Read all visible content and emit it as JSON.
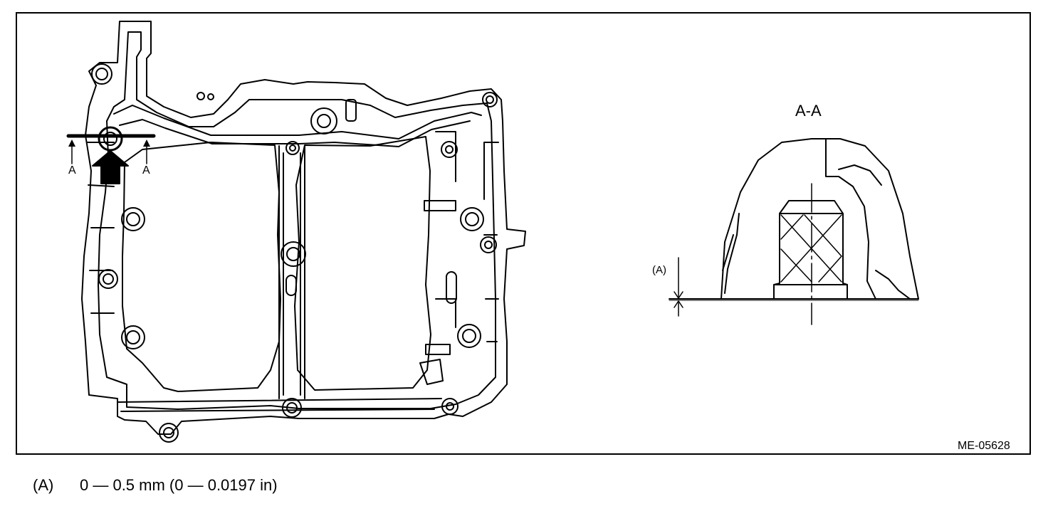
{
  "figure": {
    "section_label": "A-A",
    "section_marker_left": "A",
    "section_marker_right": "A",
    "dimension_label": "(A)",
    "figure_code": "ME-05628"
  },
  "legend": {
    "key": "(A)",
    "value": "0 — 0.5 mm (0 — 0.0197 in)"
  },
  "icons": [
    "pointer-arrow-icon",
    "section-cut-arrow-icon"
  ]
}
